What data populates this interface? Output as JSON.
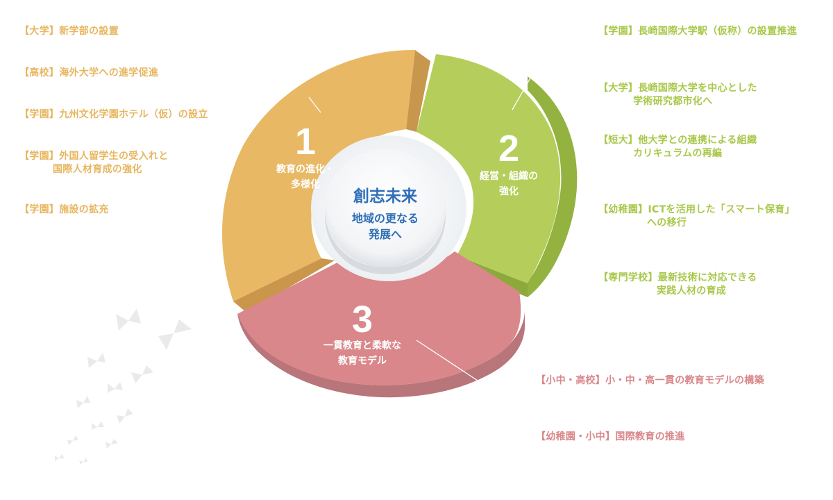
{
  "center": {
    "title": "創志未来",
    "subtitle_line1": "地域の更なる",
    "subtitle_line2": "発展へ"
  },
  "segments": [
    {
      "number": "1",
      "label_line1": "教育の進化・",
      "label_line2": "多様化",
      "color": "#e7b660"
    },
    {
      "number": "2",
      "label_line1": "経営・組織の",
      "label_line2": "強化",
      "color": "#b5cd5a"
    },
    {
      "number": "3",
      "label_line1": "一貫教育と柔軟な",
      "label_line2": "教育モデル",
      "color": "#d9878a"
    }
  ],
  "theme1_items": [
    {
      "line1": "【大学】新学部の設置"
    },
    {
      "line1": "【高校】海外大学への進学促進"
    },
    {
      "line1": "【学園】九州文化学園ホテル（仮）の設立"
    },
    {
      "line1": "【学園】外国人留学生の受入れと",
      "line2": "国際人材育成の強化"
    },
    {
      "line1": "【学園】施設の拡充"
    }
  ],
  "theme2_items": [
    {
      "line1": "【学園】長崎国際大学駅（仮称）の設置推進"
    },
    {
      "line1": "【大学】長崎国際大学を中心とした",
      "line2": "学術研究都市化へ"
    },
    {
      "line1": "【短大】他大学との連携による組織",
      "line2": "カリキュラムの再編"
    },
    {
      "line1": "【幼稚園】ICTを活用した「スマート保育」",
      "line2": "への移行"
    },
    {
      "line1": "【専門学校】最新技術に対応できる",
      "line2": "実践人材の育成"
    }
  ],
  "theme3_items": [
    {
      "line1": "【小中・高校】小・中・高一貫の教育モデルの構築"
    },
    {
      "line1": "【幼稚園・小中】国際教育の推進"
    }
  ]
}
